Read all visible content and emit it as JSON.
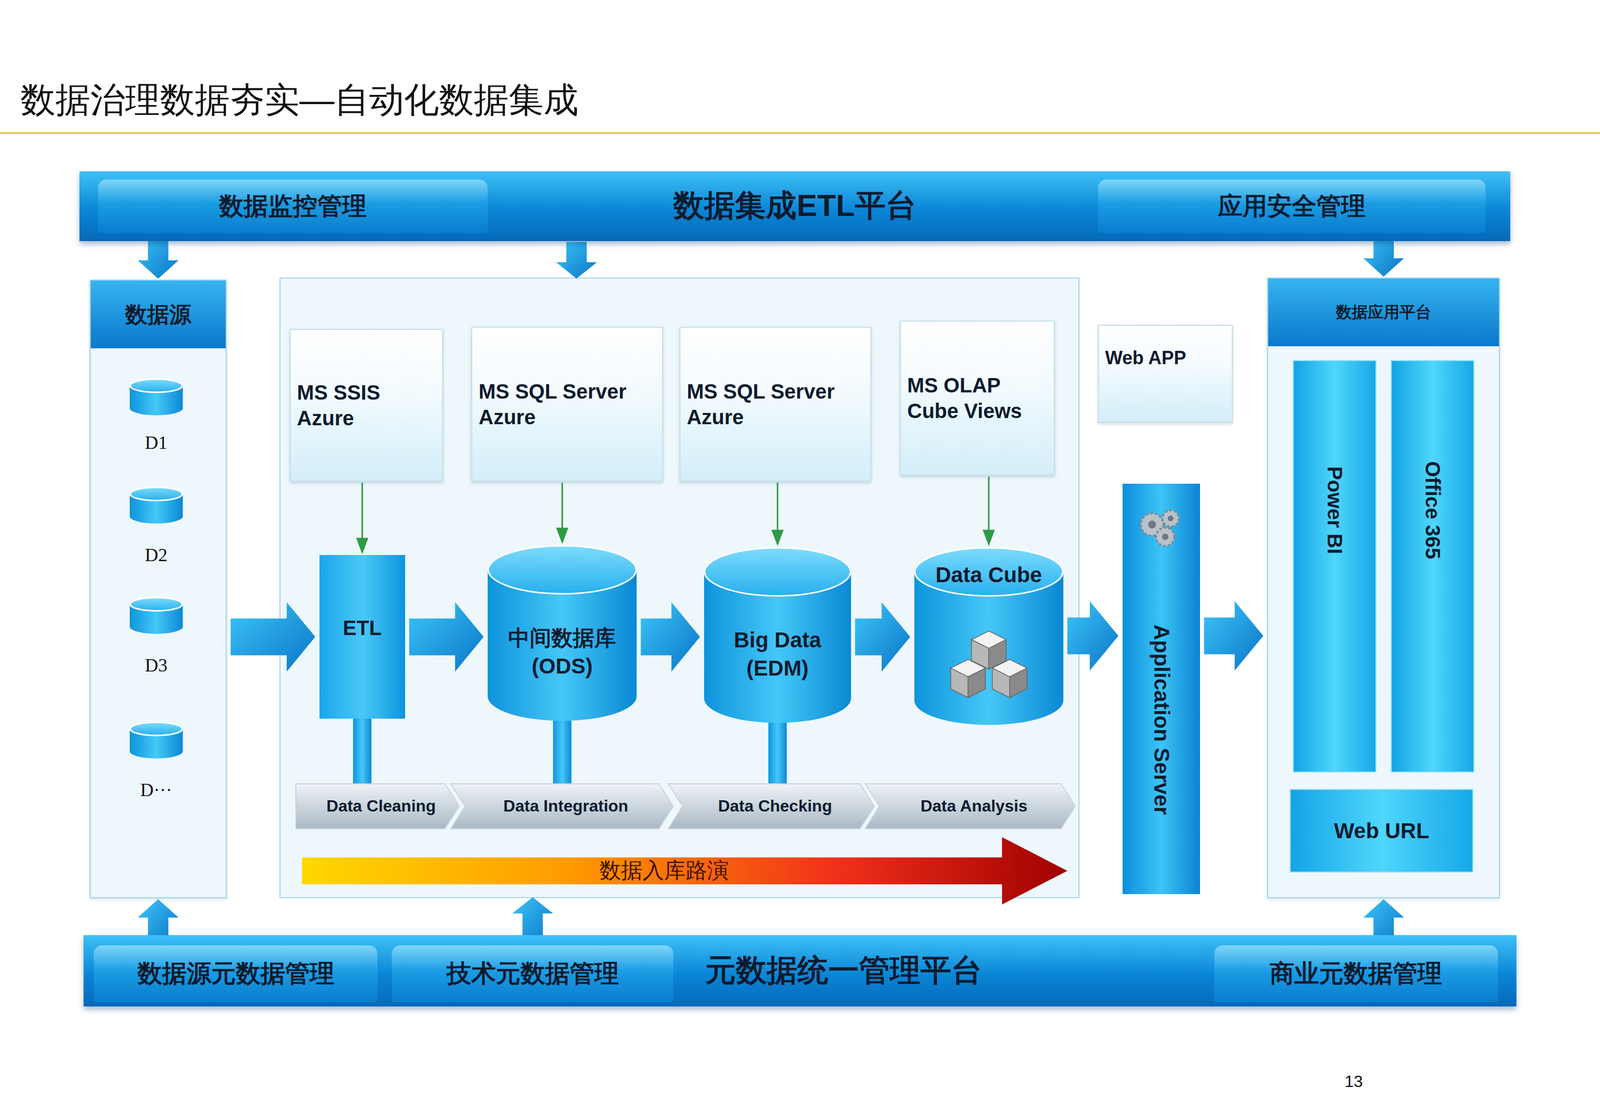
{
  "diagram": {
    "title": "数据治理数据夯实—自动化数据集成",
    "nodes": [
      {
        "text": [
          "数据集成ETL平台"
        ]
      },
      {
        "text": [
          "数据监控管理"
        ],
        "in": 0
      },
      {
        "text": [
          "应用安全管理"
        ],
        "in": 0
      },
      {
        "text": [
          "数据源"
        ]
      },
      {
        "text": [
          "D1"
        ],
        "in": 3
      },
      {
        "text": [
          "D2"
        ],
        "in": 3
      },
      {
        "text": [
          "D3"
        ],
        "in": 3
      },
      {
        "text": [
          "D···"
        ],
        "in": 3
      },
      {
        "text": [
          "MS SSIS Azure"
        ]
      },
      {
        "text": [
          "MS SQL Server Azure"
        ]
      },
      {
        "text": [
          "MS SQL Server Azure"
        ]
      },
      {
        "text": [
          "MS OLAP Cube Views"
        ]
      },
      {
        "text": [
          "Web APP"
        ]
      },
      {
        "text": [
          "ETL"
        ]
      },
      {
        "text": [
          "中间数据库 (ODS)"
        ]
      },
      {
        "text": [
          "Big Data (EDM)"
        ]
      },
      {
        "text": [
          "Data Cube"
        ]
      },
      {
        "text": [
          "Application Server"
        ]
      },
      {
        "text": [
          "数据应用平台"
        ]
      },
      {
        "text": [
          "Power BI"
        ],
        "in": 18
      },
      {
        "text": [
          "Office 365"
        ],
        "in": 18
      },
      {
        "text": [
          "Web URL"
        ],
        "in": 18
      },
      {
        "text": [
          "Data Cleaning"
        ]
      },
      {
        "text": [
          "Data Integration"
        ]
      },
      {
        "text": [
          "Data Checking"
        ]
      },
      {
        "text": [
          "Data Analysis"
        ]
      },
      {
        "text": [
          "数据入库路演"
        ]
      },
      {
        "text": [
          "元数据统一管理平台"
        ]
      },
      {
        "text": [
          "数据源元数据管理"
        ],
        "in": 27
      },
      {
        "text": [
          "技术元数据管理"
        ],
        "in": 27
      },
      {
        "text": [
          "商业元数据管理"
        ],
        "in": 27
      }
    ],
    "edges": [
      {
        "from": 1,
        "to": 3,
        "arrow": "to"
      },
      {
        "from": 2,
        "to": 18,
        "arrow": "to"
      },
      {
        "from": 8,
        "to": 13,
        "arrow": "to"
      },
      {
        "from": 9,
        "to": 14,
        "arrow": "to"
      },
      {
        "from": 10,
        "to": 15,
        "arrow": "to"
      },
      {
        "from": 11,
        "to": 16,
        "arrow": "to"
      },
      {
        "from": 3,
        "to": 13,
        "arrow": "to"
      },
      {
        "from": 13,
        "to": 14,
        "arrow": "to"
      },
      {
        "from": 14,
        "to": 15,
        "arrow": "to"
      },
      {
        "from": 15,
        "to": 16,
        "arrow": "to"
      },
      {
        "from": 16,
        "to": 17,
        "arrow": "to"
      },
      {
        "from": 17,
        "to": 18,
        "arrow": "to"
      },
      {
        "from": 13,
        "to": 22,
        "arrow": "none"
      },
      {
        "from": 14,
        "to": 23,
        "arrow": "none"
      },
      {
        "from": 15,
        "to": 24,
        "arrow": "none"
      },
      {
        "from": 28,
        "to": 3,
        "arrow": "to"
      },
      {
        "from": 30,
        "to": 18,
        "arrow": "to"
      }
    ],
    "labels": [
      "13"
    ]
  }
}
